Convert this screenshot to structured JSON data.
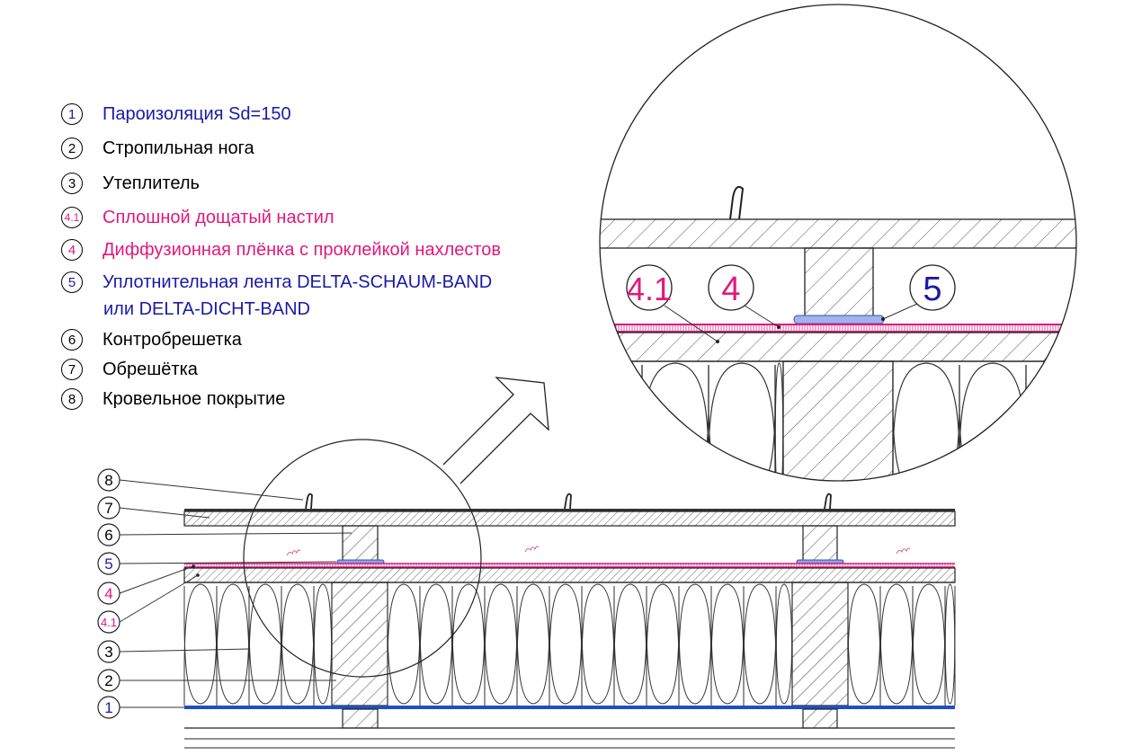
{
  "legend": {
    "items": [
      {
        "num": "1",
        "text": "Пароизоляция Sd=150",
        "color": "#1a1aa6"
      },
      {
        "num": "2",
        "text": "Стропильная нога",
        "color": "#111111"
      },
      {
        "num": "3",
        "text": "Утеплитель",
        "color": "#111111"
      },
      {
        "num": "4.1",
        "text": "Сплошной дощатый настил",
        "color": "#e0197d"
      },
      {
        "num": "4",
        "text": "Диффузионная плёнка с проклейкой нахлестов",
        "color": "#e0197d"
      },
      {
        "num": "5",
        "text": "Уплотнительная лента DELTA-SCHAUM-BAND",
        "text2": "или DELTA-DICHT-BAND",
        "color": "#1a1aa6"
      },
      {
        "num": "6",
        "text": "Контробрешетка",
        "color": "#111111"
      },
      {
        "num": "7",
        "text": "Обрешётка",
        "color": "#111111"
      },
      {
        "num": "8",
        "text": "Кровельное покрытие",
        "color": "#111111"
      }
    ]
  },
  "section_callouts": [
    {
      "num": "8",
      "color": "#111111"
    },
    {
      "num": "7",
      "color": "#111111"
    },
    {
      "num": "6",
      "color": "#111111"
    },
    {
      "num": "5",
      "color": "#1a1aa6"
    },
    {
      "num": "4",
      "color": "#e0197d"
    },
    {
      "num": "4.1",
      "color": "#e0197d"
    },
    {
      "num": "3",
      "color": "#111111"
    },
    {
      "num": "2",
      "color": "#111111"
    },
    {
      "num": "1",
      "color": "#1a1aa6"
    }
  ],
  "detail_callouts": [
    {
      "num": "4.1",
      "color": "#e0197d"
    },
    {
      "num": "4",
      "color": "#e0197d"
    },
    {
      "num": "5",
      "color": "#1a1aa6"
    }
  ],
  "colors": {
    "membrane": "#e0197d",
    "vapor_barrier": "#1f4fc4",
    "tape": "#5b7fd6",
    "line": "#222222"
  }
}
